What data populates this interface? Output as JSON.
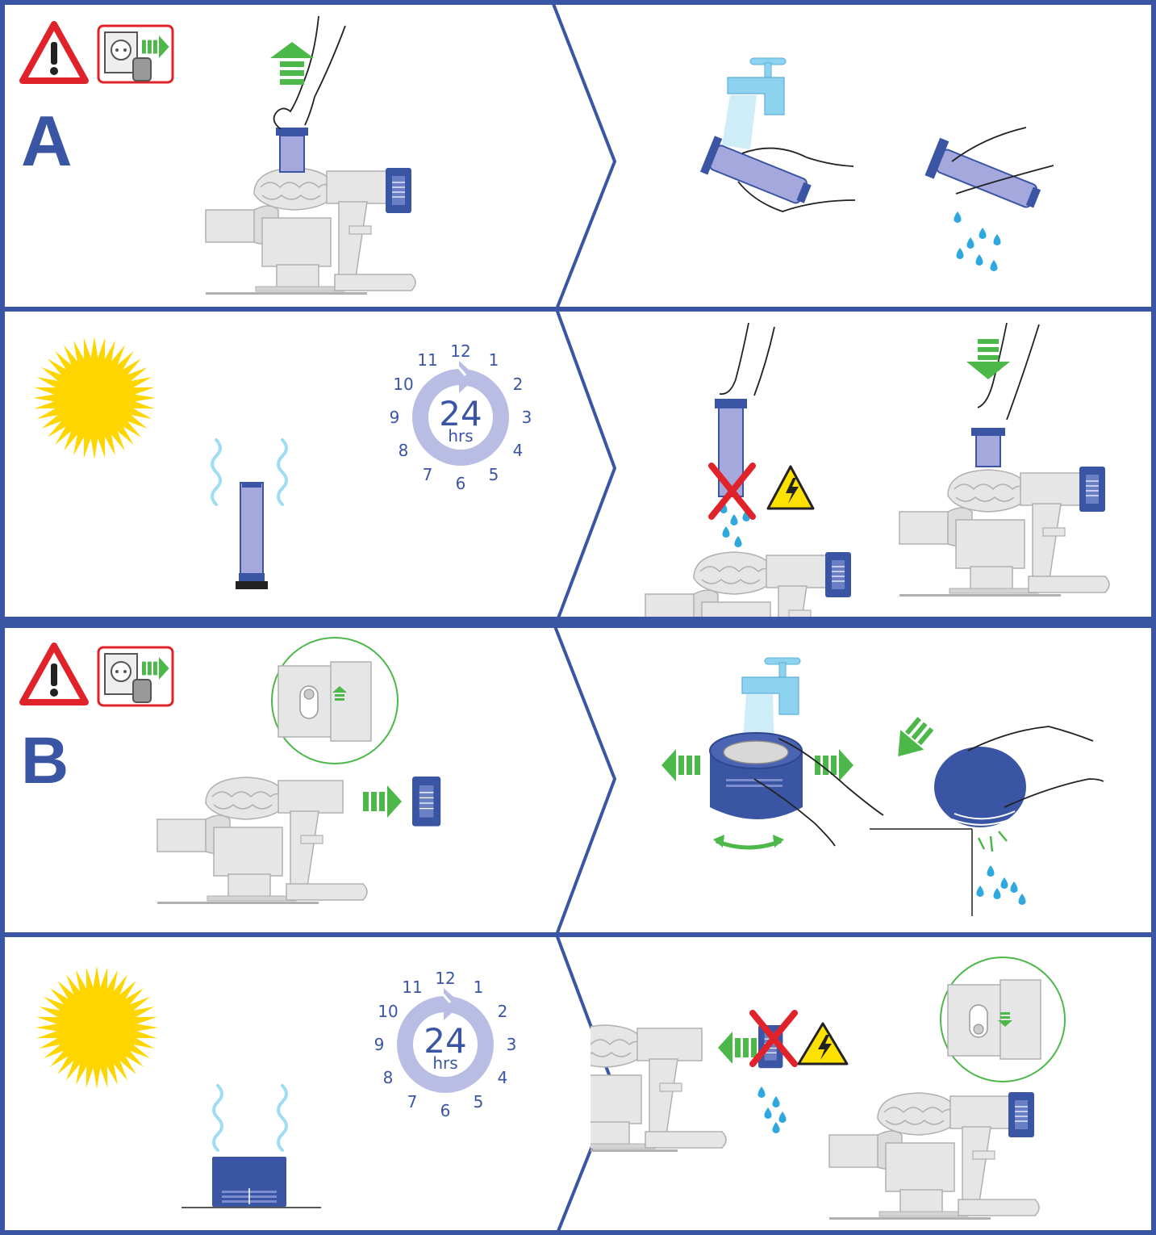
{
  "colors": {
    "frame": "#3a55a3",
    "filter": "#a4a8dc",
    "filter_dark": "#3a55a3",
    "arrow_green": "#4bb849",
    "water": "#2fa8e0",
    "tap": "#8dd3ef",
    "sun": "#ffd500",
    "warning_red": "#e0232b",
    "shock_yellow": "#ffe100",
    "machine": "#e6e6e6",
    "machine_outline": "#b0b0b0",
    "clock_ring": "#b9bde4"
  },
  "sections": [
    {
      "label": "A"
    },
    {
      "label": "B"
    }
  ],
  "icons": {
    "warning": "warning-triangle-icon",
    "unplug": "unplug-socket-icon",
    "sun": "sun-icon",
    "clock": "24-hour-clock-icon",
    "shock": "electric-shock-warning-icon",
    "tap": "water-tap-icon",
    "prohibited": "red-cross-prohibited-icon"
  },
  "drying_clock": {
    "hours": "24",
    "unit": "hrs",
    "dial": [
      "12",
      "1",
      "2",
      "3",
      "4",
      "5",
      "6",
      "7",
      "8",
      "9",
      "10",
      "11"
    ]
  }
}
